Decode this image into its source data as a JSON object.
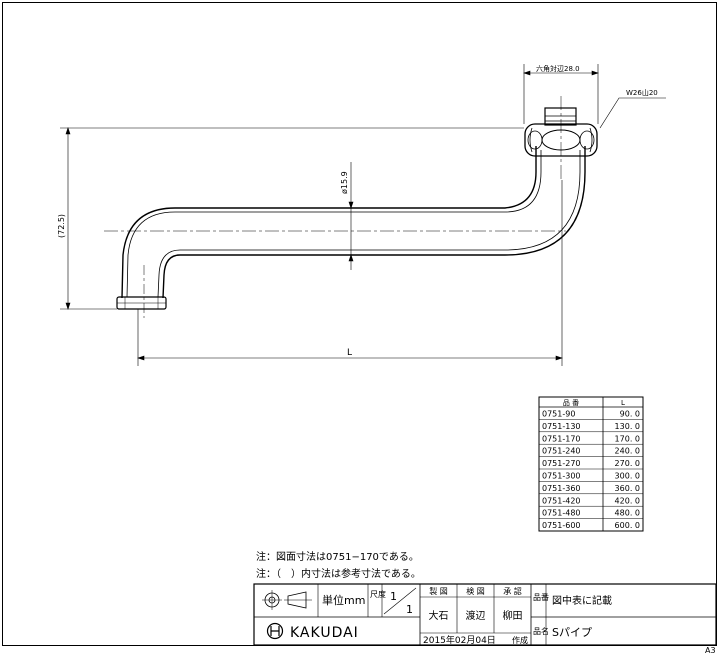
{
  "drawing": {
    "hex_dim_label": "六角対辺28.0",
    "thread_label": "W26山20",
    "height_label": "(72.5)",
    "diameter_label": "ø15.9",
    "length_label": "L"
  },
  "parts_table": {
    "headers": [
      "品 番",
      "L"
    ],
    "rows": [
      [
        "0751-90",
        "90. 0"
      ],
      [
        "0751-130",
        "130. 0"
      ],
      [
        "0751-170",
        "170. 0"
      ],
      [
        "0751-240",
        "240. 0"
      ],
      [
        "0751-270",
        "270. 0"
      ],
      [
        "0751-300",
        "300. 0"
      ],
      [
        "0751-360",
        "360. 0"
      ],
      [
        "0751-420",
        "420. 0"
      ],
      [
        "0751-480",
        "480. 0"
      ],
      [
        "0751-600",
        "600. 0"
      ]
    ]
  },
  "notes": {
    "note1": "注：図面寸法は0751−170である。",
    "note2": "注：（　）内寸法は参考寸法である。"
  },
  "title_block": {
    "unit": "単位mm",
    "scale_label": "尺度",
    "scale_num": "1",
    "scale_den": "1",
    "made_label": "製 図",
    "check_label": "検 図",
    "approve_label": "承 認",
    "made_by": "大石",
    "checked_by": "渡辺",
    "approved_by": "柳田",
    "number_label": "品番",
    "number_value": "図中表に記載",
    "name_label": "品名",
    "name_value": "Sパイプ",
    "date": "2015年02月04日",
    "created": "作成",
    "brand": "KAKUDAI"
  },
  "sheet_size": "A3"
}
